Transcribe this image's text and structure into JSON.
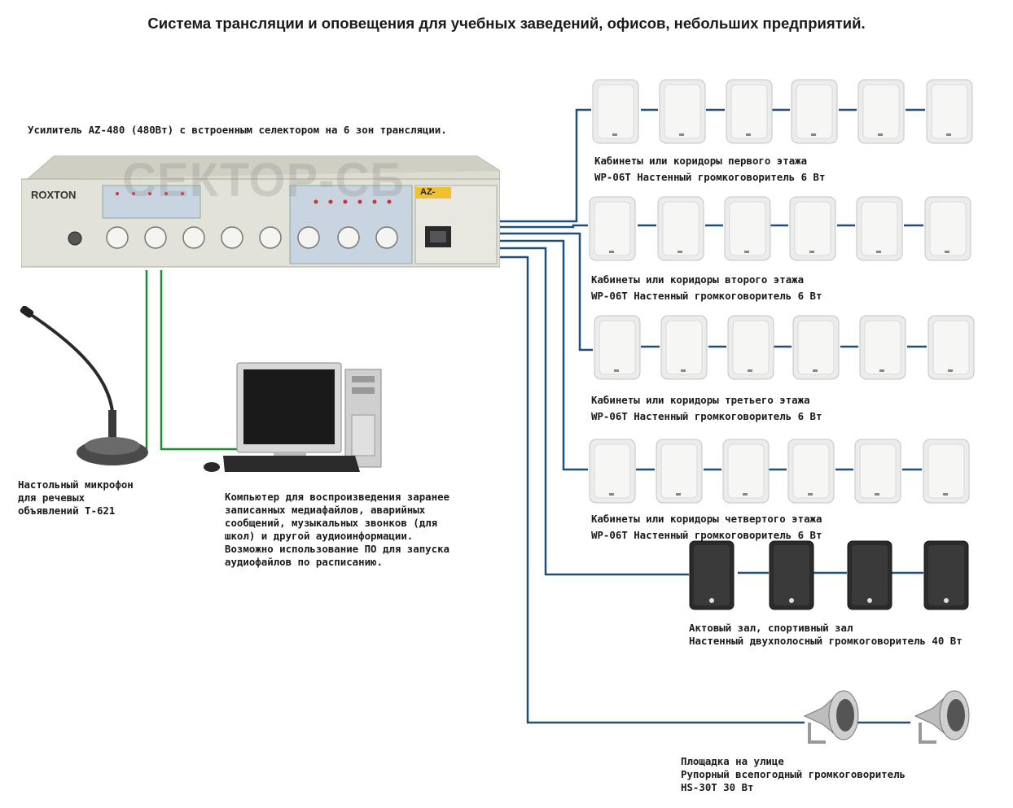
{
  "title": "Система трансляции и оповещения для учебных заведений, офисов, небольших предприятий.",
  "amplifier": {
    "caption": "Усилитель AZ-480 (480Вт) с встроенным селектором на 6 зон трансляции.",
    "brand": "ROXTON",
    "model": "AZ-",
    "watermark": "СЕКТОР-СБ"
  },
  "microphone": {
    "caption": [
      "Настольный микрофон",
      "для речевых",
      "объявлений T-621"
    ]
  },
  "computer": {
    "caption": [
      "Компьютер для воспроизведения заранее",
      "записанных медиафайлов, аварийных",
      "сообщений, музыкальных звонков (для",
      "школ) и другой аудиоинформации.",
      "Возможно использование ПО для запуска",
      "аудиофайлов по расписанию."
    ]
  },
  "zones": [
    {
      "line1": "Кабинеты или коридоры первого этажа",
      "line2": "WP-06T Настенный громкоговоритель 6 Вт"
    },
    {
      "line1": "Кабинеты или коридоры второго этажа",
      "line2": "WP-06T Настенный громкоговоритель 6 Вт"
    },
    {
      "line1": "Кабинеты или коридоры третьего этажа",
      "line2": "WP-06T Настенный громкоговоритель 6 Вт"
    },
    {
      "line1": "Кабинеты или коридоры четвертого этажа",
      "line2": "WP-06T Настенный громкоговоритель 6 Вт"
    }
  ],
  "hall": {
    "caption": [
      "Актовый зал, спортивный зал",
      "Настенный двухполосный громкоговоритель 40 Вт"
    ]
  },
  "outdoor": {
    "caption": [
      "Площадка на улице",
      "Рупорный всепогодный громкоговоритель",
      "HS-30T 30 Вт"
    ]
  },
  "colors": {
    "speaker_wire": "#1f4e79",
    "input_wire": "#1e8a2e",
    "speaker_white": "#ececec",
    "speaker_dark": "#2b2b2b",
    "amp_body": "#dcdcd2"
  }
}
